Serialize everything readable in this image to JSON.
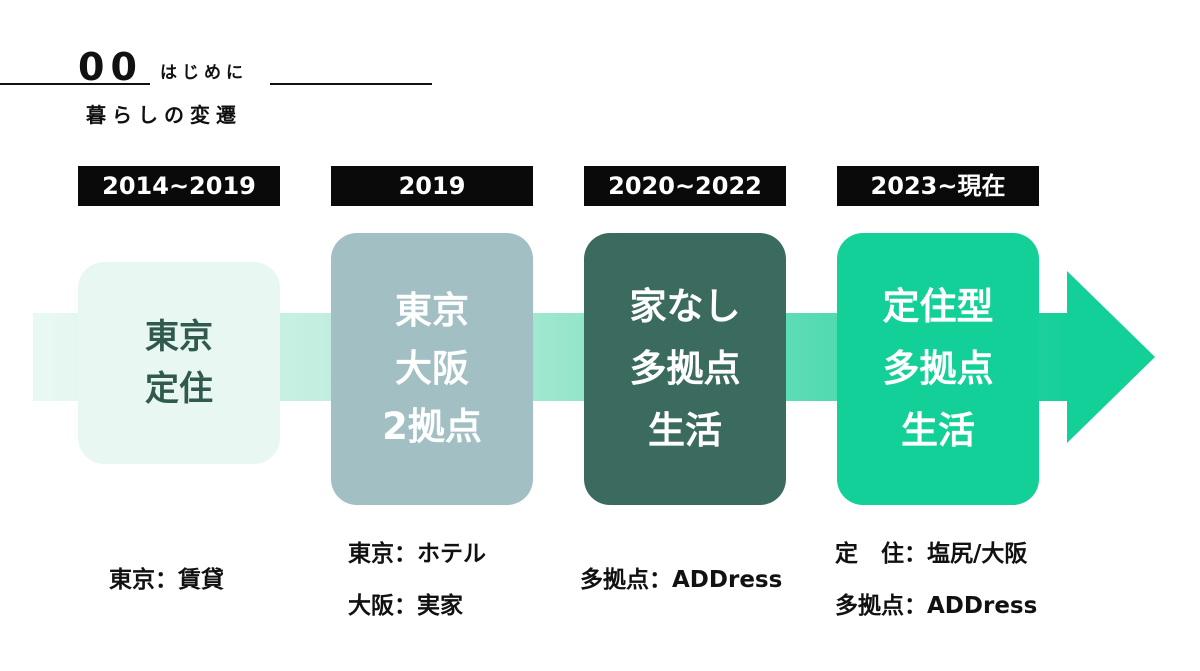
{
  "header": {
    "section_number": "00",
    "section_label": "はじめに",
    "title": "暮らしの変遷"
  },
  "colors": {
    "arrow_start": "#eaf8f3",
    "arrow_end": "#13cf98",
    "stage1_box": "#e9f7f2",
    "stage2_box": "#a2bfc4",
    "stage3_box": "#3b6b5e",
    "stage4_box": "#13cf98",
    "year_tag": "#0a0a0a"
  },
  "stages": [
    {
      "period": "2014~2019",
      "lines": [
        "東京",
        "定住"
      ],
      "captions": [
        "東京：賃貸"
      ]
    },
    {
      "period": "2019",
      "lines": [
        "東京",
        "大阪",
        "2拠点"
      ],
      "captions": [
        "東京：ホテル",
        "大阪：実家"
      ]
    },
    {
      "period": "2020~2022",
      "lines": [
        "家なし",
        "多拠点",
        "生活"
      ],
      "captions": [
        "多拠点：ADDress"
      ]
    },
    {
      "period": "2023~現在",
      "lines": [
        "定住型",
        "多拠点",
        "生活"
      ],
      "captions": [
        "定　住：塩尻/大阪",
        "多拠点：ADDress"
      ]
    }
  ]
}
